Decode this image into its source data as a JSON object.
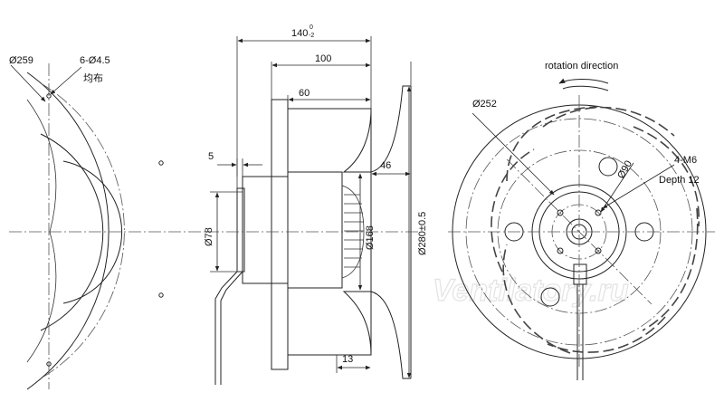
{
  "left_view": {
    "outer_diameter": "Ø259",
    "holes": "6-Ø4.5",
    "holes_note": "均布"
  },
  "side_view": {
    "overall_length": "140",
    "overall_length_tol_upper": "0",
    "overall_length_tol_lower": "-2",
    "length_100": "100",
    "length_60": "60",
    "length_5": "5",
    "length_46": "46",
    "length_13": "13",
    "hub_diameter": "Ø78",
    "inner_diameter": "Ø168",
    "wheel_diameter": "Ø280±0.5"
  },
  "front_view": {
    "rotation_label": "rotation direction",
    "bolt_circle": "Ø252",
    "pitch_circle": "Ø90",
    "thread": "4-M6",
    "thread_depth": "Depth 12"
  },
  "watermark": "Ventilatory.ru"
}
